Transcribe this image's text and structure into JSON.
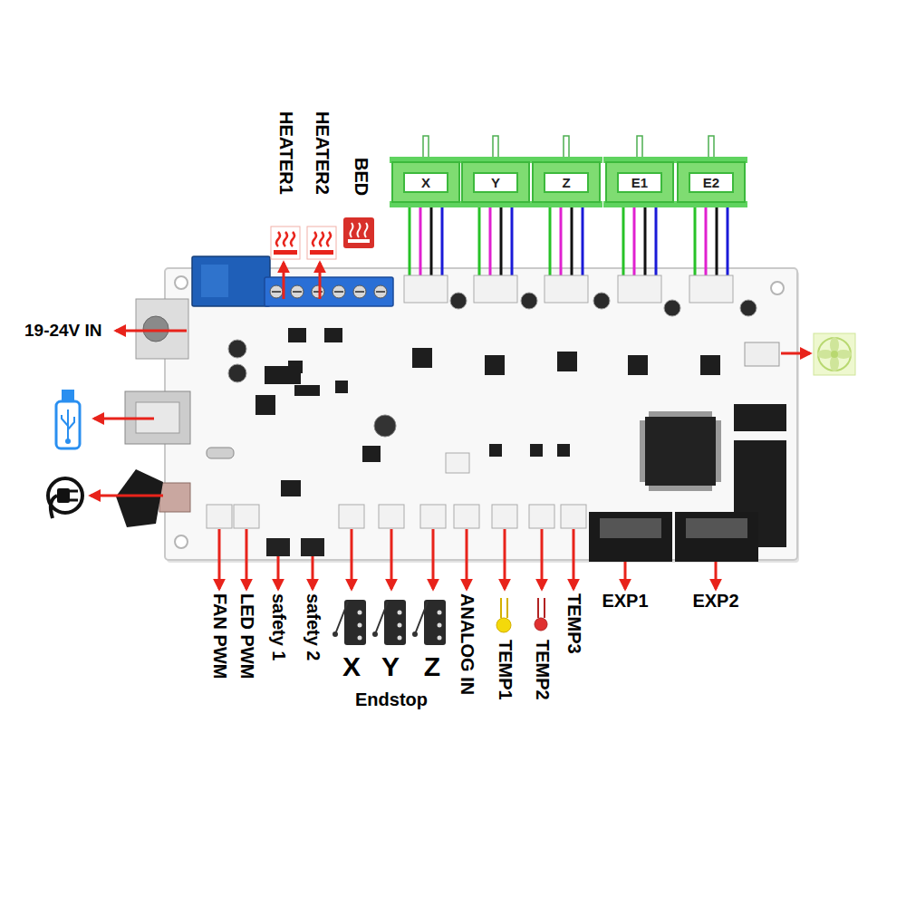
{
  "diagram": {
    "nodes": [
      {
        "text": [
          "X"
        ]
      },
      {
        "text": [
          "Y"
        ]
      },
      {
        "text": [
          "Z"
        ]
      },
      {
        "text": [
          "E1"
        ]
      },
      {
        "text": [
          "E2"
        ]
      }
    ],
    "labels": [
      "HEATER1",
      "HEATER2",
      "BED",
      "19-24V IN",
      "FAN PWM",
      "LED PWM",
      "safety 1",
      "safety 2",
      "X",
      "Y",
      "Z",
      "Endstop",
      "ANALOG IN",
      "TEMP1",
      "TEMP2",
      "TEMP3",
      "EXP1",
      "EXP2"
    ]
  }
}
